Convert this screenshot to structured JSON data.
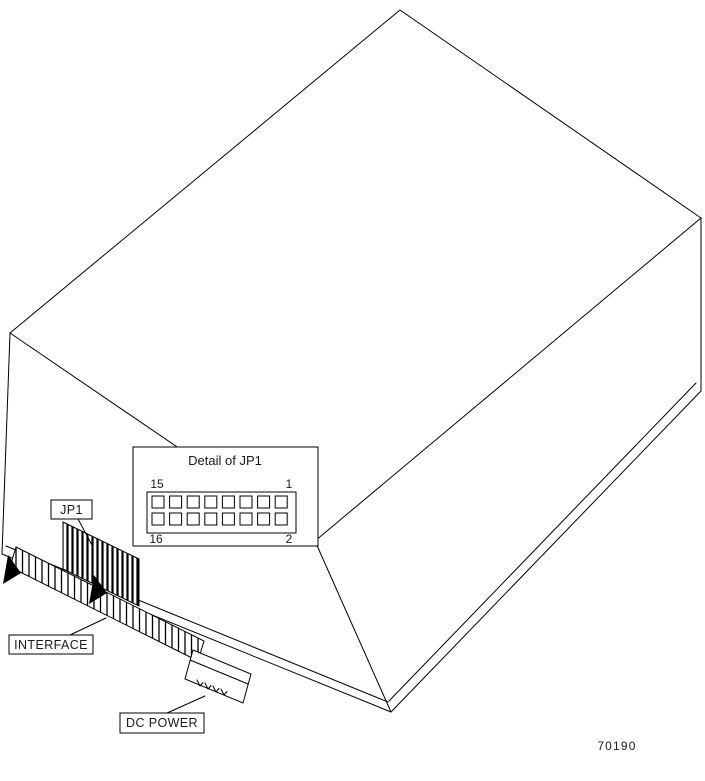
{
  "figure": {
    "background": "#ffffff",
    "line_color": "#000000",
    "figure_number": "70190"
  },
  "detail_box": {
    "title": "Detail of JP1",
    "corner_labels": {
      "top_left": "15",
      "top_right": "1",
      "bottom_left": "16",
      "bottom_right": "2"
    },
    "pin_grid": {
      "rows": 2,
      "cols": 8
    }
  },
  "callouts": {
    "jp1": {
      "label": "JP1"
    },
    "interface": {
      "label": "INTERFACE"
    },
    "dc_power": {
      "label": "DC POWER"
    }
  },
  "icons": {
    "pin1_marker": "filled-triangle"
  }
}
